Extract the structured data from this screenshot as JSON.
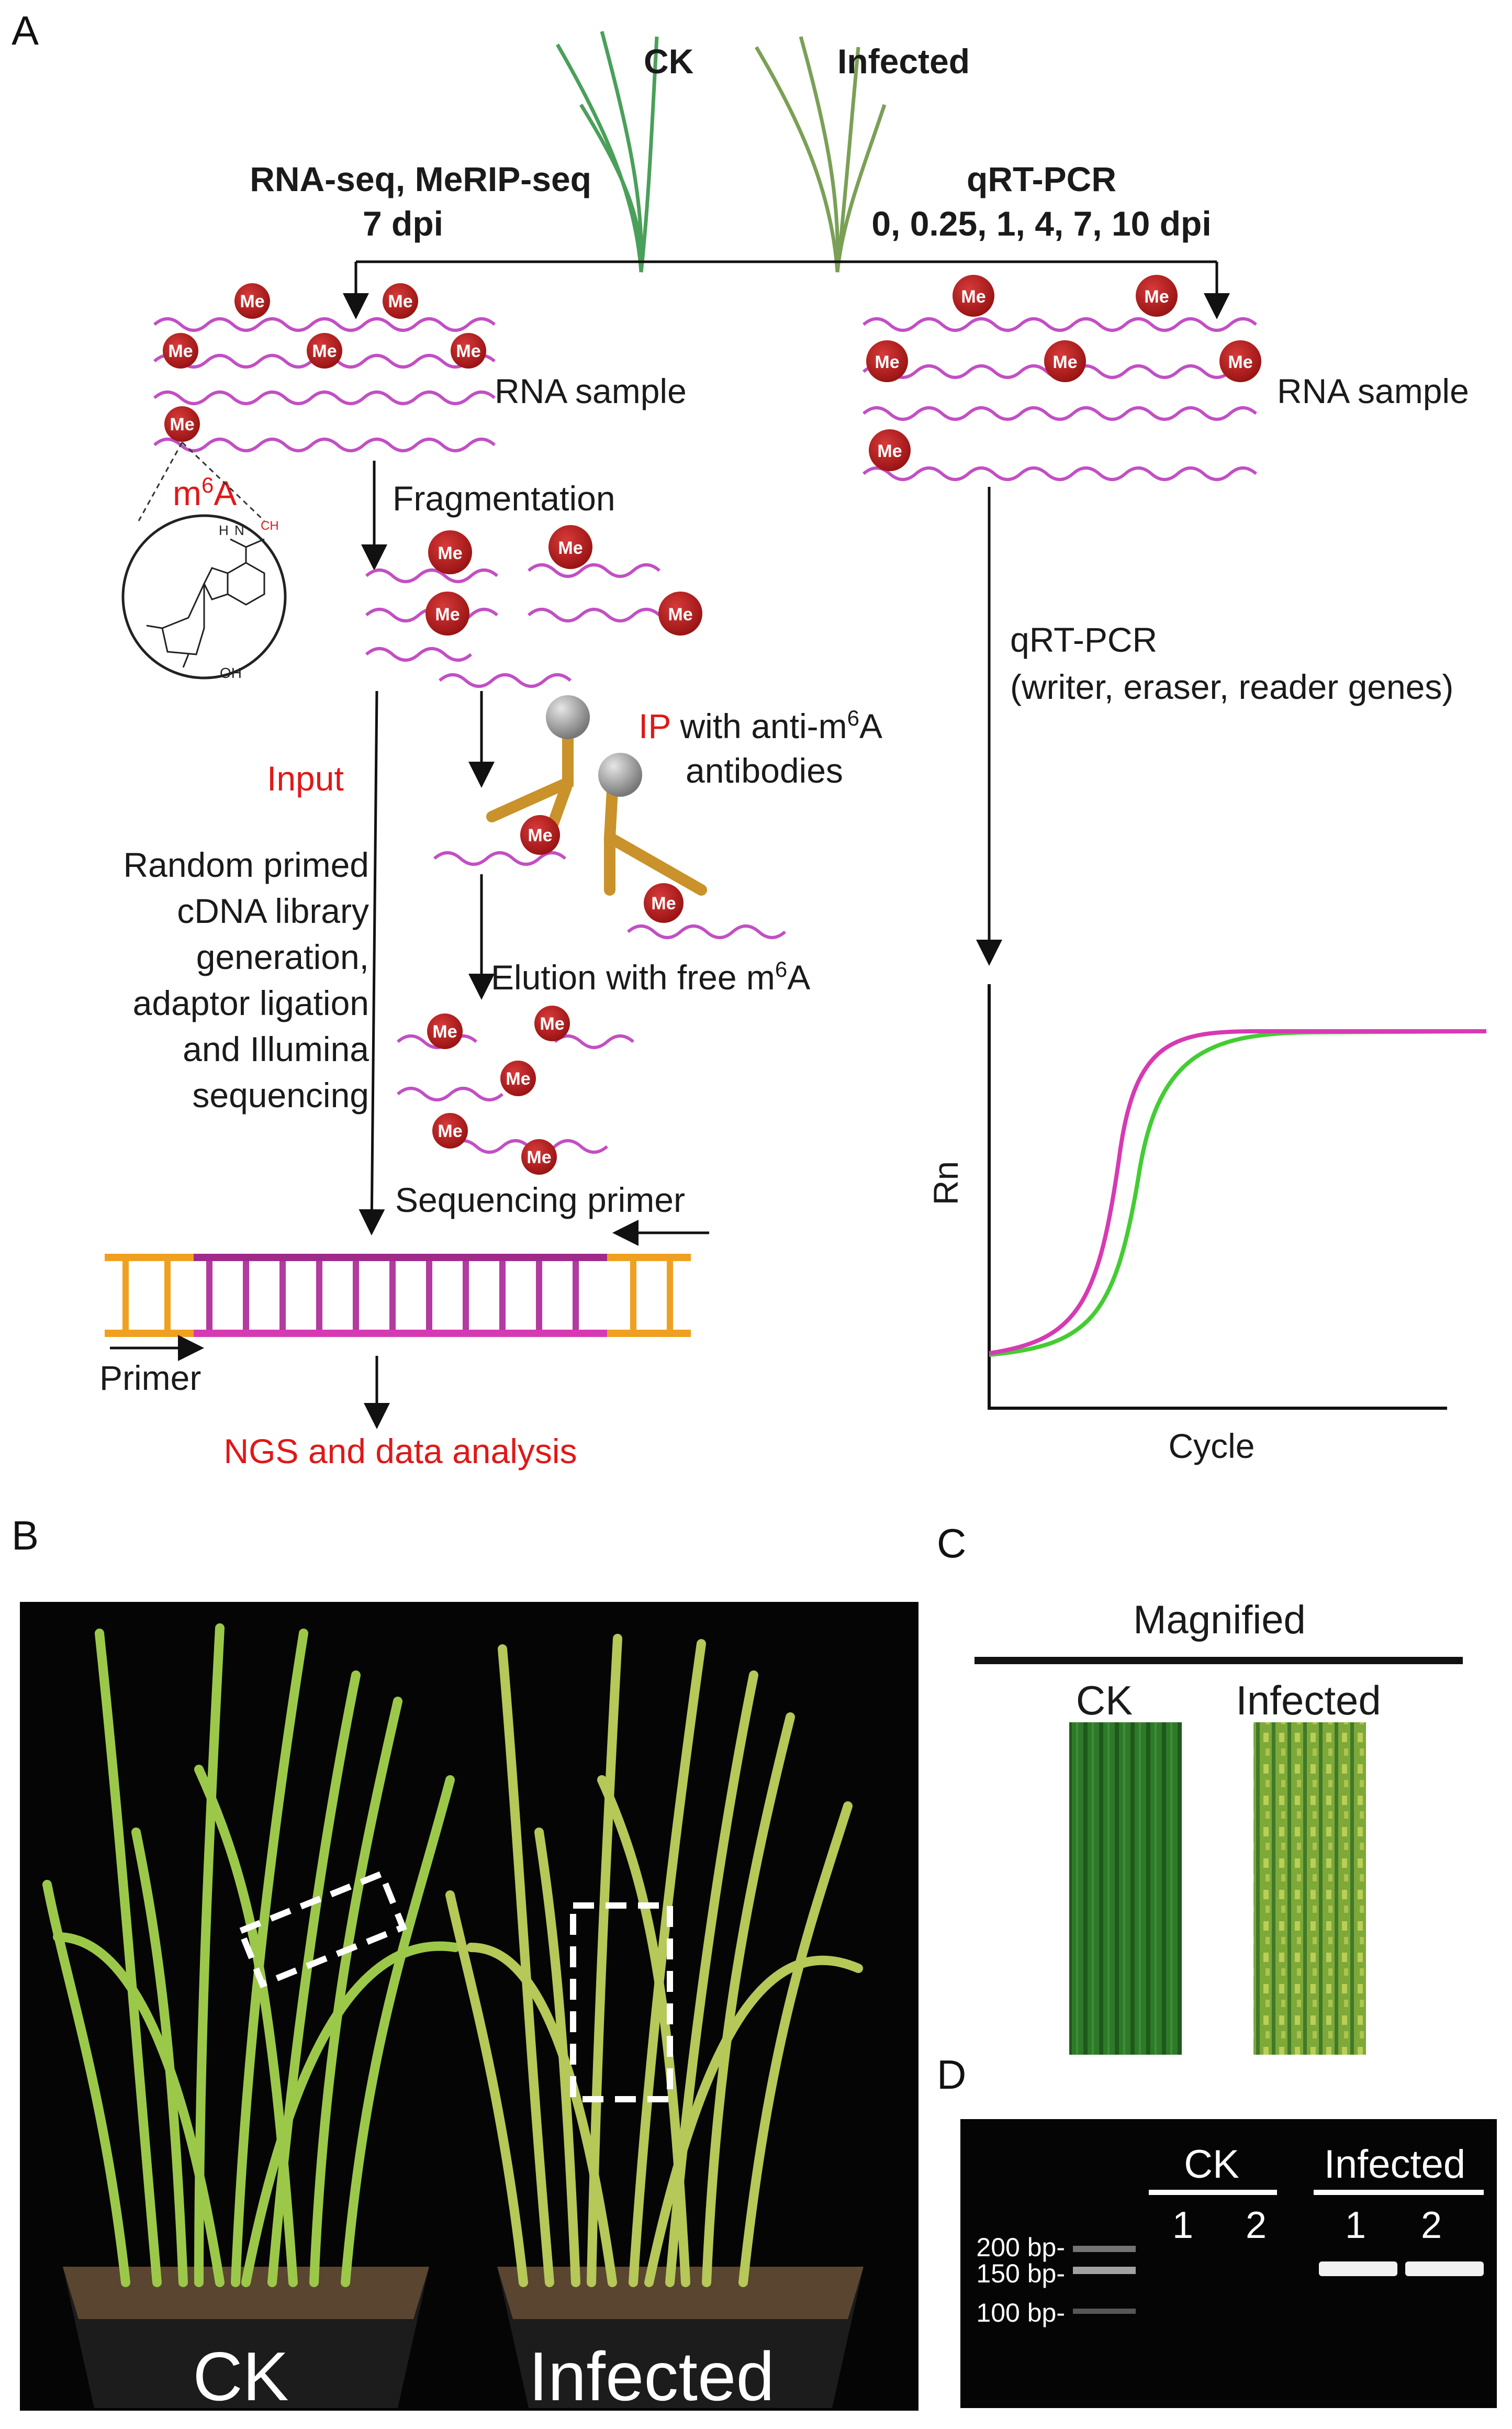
{
  "panels": {
    "a": "A",
    "b": "B",
    "c": "C",
    "d": "D"
  },
  "panel_a": {
    "group_ck": "CK",
    "group_infected": "Infected",
    "left_method_line1": "RNA-seq, MeRIP-seq",
    "left_method_line2": "7 dpi",
    "right_method_line1": "qRT-PCR",
    "right_method_line2": "0, 0.25, 1, 4, 7, 10 dpi",
    "rna_sample_left": "RNA sample",
    "rna_sample_right": "RNA sample",
    "me_badge": "Me",
    "m6a_label_pre": "m",
    "m6a_label_sup": "6",
    "m6a_label_post": "A",
    "fragmentation": "Fragmentation",
    "ip_red": "IP",
    "ip_line1": " with anti-m",
    "ip_sup": "6",
    "ip_line1_end": "A",
    "ip_line2": "antibodies",
    "input": "Input",
    "random_primed": [
      "Random primed",
      "cDNA library",
      "generation,",
      "adaptor ligation",
      "and Illumina",
      "sequencing"
    ],
    "elution": "Elution with free m",
    "elution_sup": "6",
    "elution_end": "A",
    "sequencing_primer": "Sequencing primer",
    "primer": "Primer",
    "ngs": "NGS and data analysis",
    "qrt_line1": "qRT-PCR",
    "qrt_line2": "(writer, eraser, reader genes)",
    "plot_ylabel": "Rn",
    "plot_xlabel": "Cycle",
    "colors": {
      "infected_curve": "#d63ab3",
      "ck_curve": "#44cc33",
      "me_badge": "#b82020",
      "rna": "#c24fc4",
      "highlight_red": "#e01818"
    }
  },
  "panel_b": {
    "label_ck": "CK",
    "label_infected": "Infected"
  },
  "panel_c": {
    "title": "Magnified",
    "label_ck": "CK",
    "label_infected": "Infected"
  },
  "panel_d": {
    "ck": "CK",
    "infected": "Infected",
    "lanes": [
      "1",
      "2",
      "1",
      "2"
    ],
    "ladder": [
      "200 bp-",
      "150 bp-",
      "100 bp-"
    ]
  }
}
